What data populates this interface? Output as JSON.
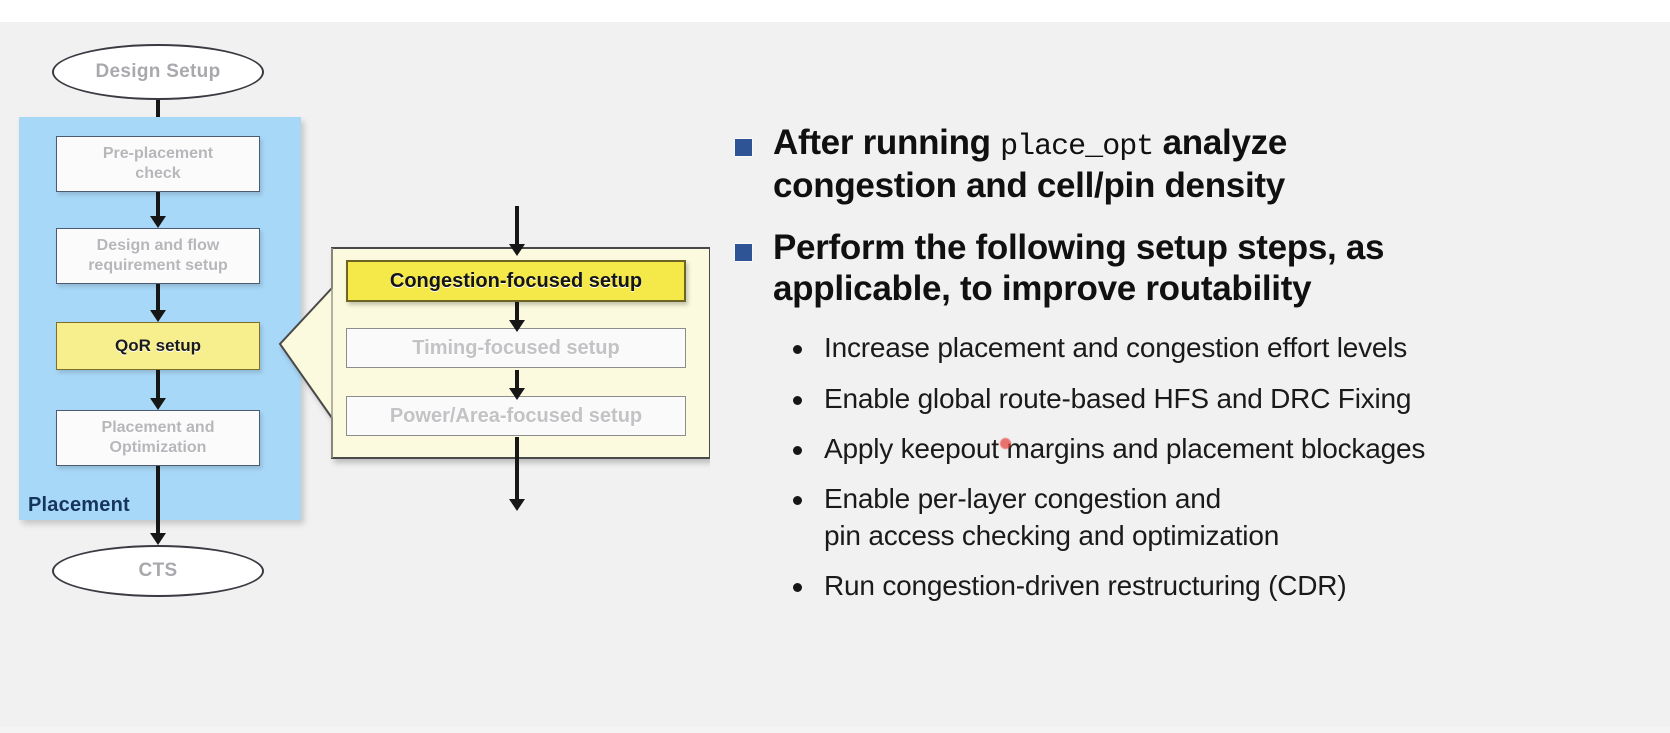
{
  "slide": {
    "background_color": "#f1f1f2",
    "accent_blue": "#2f5496",
    "group_blue": "#a8d8f8",
    "highlight_yellow": "#f5e94a",
    "callout_cream": "#fbfade"
  },
  "flow": {
    "start_node": "Design Setup",
    "end_node": "CTS",
    "group_label": "Placement",
    "boxes": [
      {
        "label": "Pre-placement\ncheck",
        "line1": "Pre-placement",
        "line2": "check",
        "highlighted": false
      },
      {
        "label": "Design and flow\nrequirement setup",
        "line1": "Design and flow",
        "line2": "requirement setup",
        "highlighted": false
      },
      {
        "label": "QoR setup",
        "line1": "QoR setup",
        "line2": "",
        "highlighted": true
      },
      {
        "label": "Placement and\nOptimization",
        "line1": "Placement and",
        "line2": "Optimization",
        "highlighted": false
      }
    ]
  },
  "callout": {
    "steps": [
      {
        "label": "Congestion-focused setup",
        "highlighted": true
      },
      {
        "label": "Timing-focused setup",
        "highlighted": false
      },
      {
        "label": "Power/Area-focused setup",
        "highlighted": false
      }
    ]
  },
  "content": {
    "main_bullets": [
      {
        "part1": "After running ",
        "code": "place_opt",
        "part2": " analyze congestion and cell/pin density"
      },
      {
        "part1": "Perform the following setup steps, as applicable, to improve routability",
        "code": "",
        "part2": ""
      }
    ],
    "sub_bullets": [
      "Increase placement and congestion effort levels",
      "Enable global route-based HFS and DRC Fixing",
      "Apply keepout margins and placement blockages",
      "Enable per-layer congestion and\npin access checking and optimization",
      "Run congestion-driven restructuring (CDR)"
    ],
    "sub_bullet_4_line1": "Enable per-layer congestion and",
    "sub_bullet_4_line2": "pin access checking and optimization"
  },
  "pointer": {
    "color": "#e8403a"
  }
}
